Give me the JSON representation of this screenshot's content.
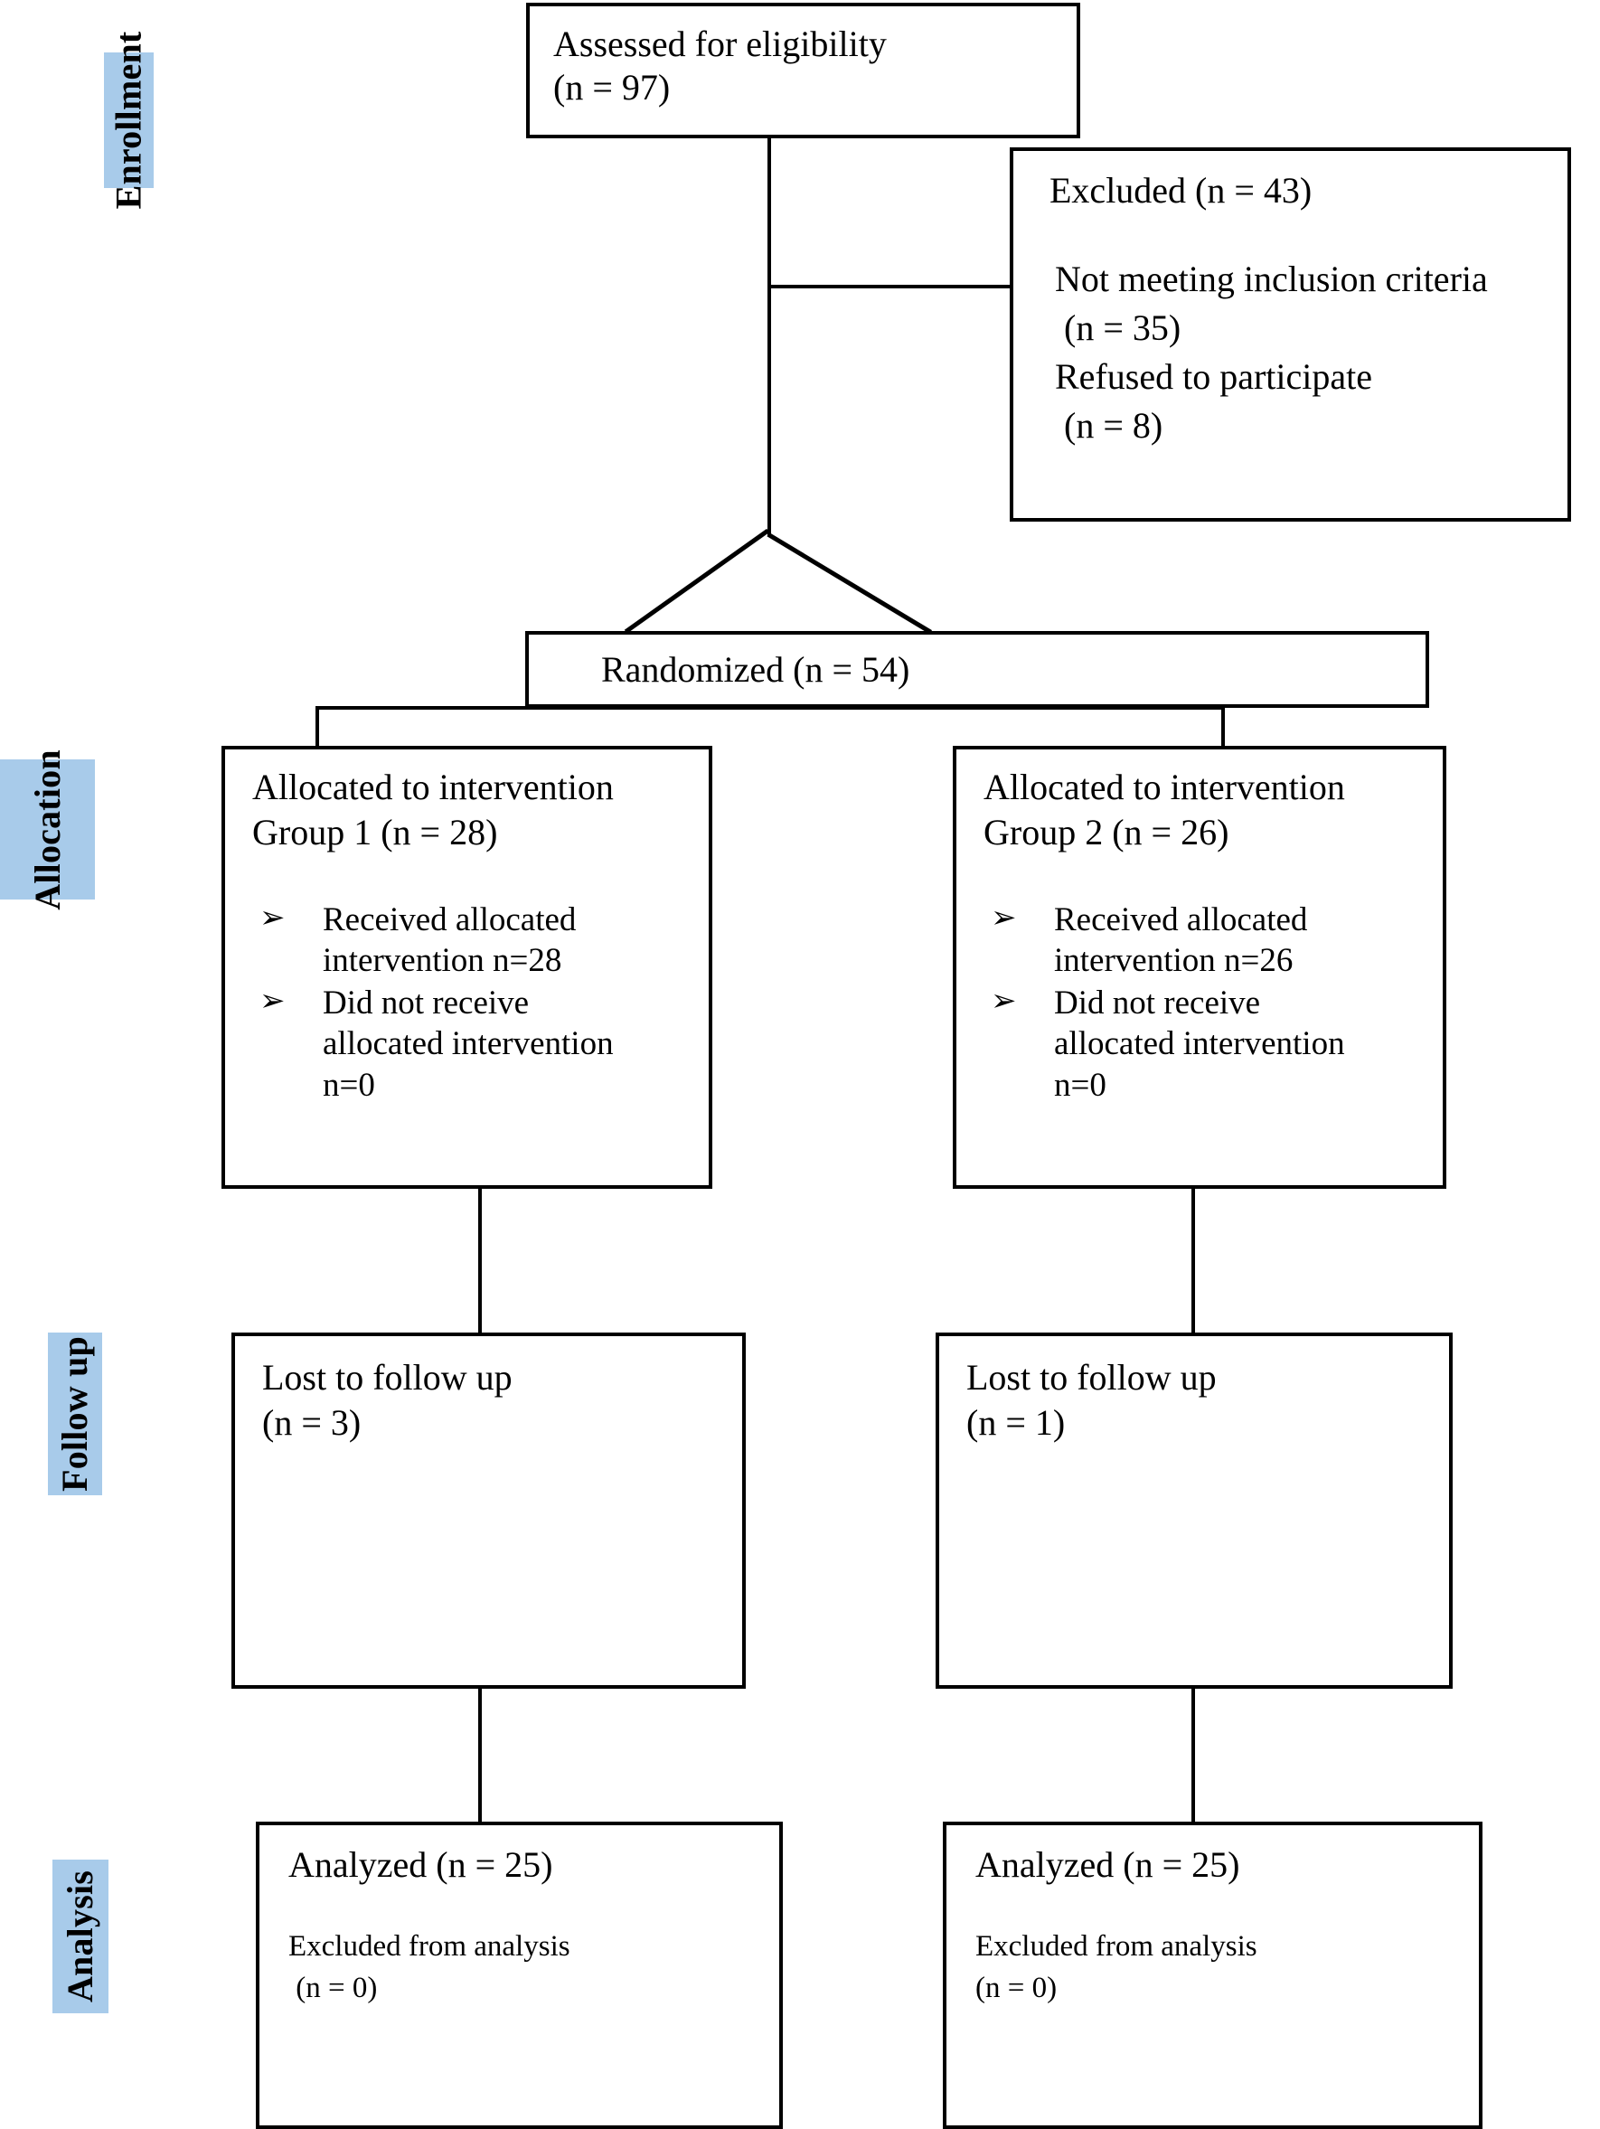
{
  "figure": {
    "type": "CONSORT participant flow diagram",
    "stages": [
      {
        "id": "enrollment",
        "label": "Enrollment"
      },
      {
        "id": "allocation",
        "label": "Allocation"
      },
      {
        "id": "followup",
        "label": "Follow up"
      },
      {
        "id": "analysis",
        "label": "Analysis"
      }
    ],
    "stage_bar_color": "#a8cbea",
    "line_color": "#000000",
    "bullet_glyph": "➢"
  },
  "boxes": {
    "assessed": {
      "line1": "Assessed for eligibility",
      "line2": "(n = 97)"
    },
    "excluded": {
      "heading": "Excluded (n = 43)",
      "reason1_line1": "Not meeting inclusion criteria",
      "reason1_line2": " (n = 35)",
      "reason2_line1": "Refused to participate",
      "reason2_line2": " (n = 8)"
    },
    "randomized": {
      "label": "Randomized (n = 54)"
    },
    "allocated_left": {
      "line1": "Allocated to intervention",
      "line2": "Group 1 (n = 28)",
      "bullets": [
        "Received allocated\nintervention n=28",
        "Did not receive\nallocated intervention\nn=0"
      ]
    },
    "allocated_right": {
      "line1": "Allocated to intervention",
      "line2": "Group 2 (n = 26)",
      "bullets": [
        "Received allocated\nintervention n=26",
        "Did not receive\nallocated intervention\nn=0"
      ]
    },
    "lost_left": {
      "line1": "Lost to follow up",
      "line2": "(n = 3)"
    },
    "lost_right": {
      "line1": "Lost to follow up",
      "line2": "(n = 1)"
    },
    "analyzed_left": {
      "heading": "Analyzed (n = 25)",
      "sub_line1": "Excluded from analysis",
      "sub_line2": " (n = 0)"
    },
    "analyzed_right": {
      "heading": "Analyzed (n = 25)",
      "sub_line1": "Excluded from analysis",
      "sub_line2": "(n = 0)"
    }
  },
  "chart_data": {
    "type": "diagram",
    "title": "CONSORT flow diagram",
    "nodes": [
      {
        "id": "assessed",
        "stage": "Enrollment",
        "label": "Assessed for eligibility (n = 97)",
        "n": 97
      },
      {
        "id": "excluded",
        "stage": "Enrollment",
        "label": "Excluded (n = 43)",
        "n": 43,
        "reasons": [
          {
            "label": "Not meeting inclusion criteria",
            "n": 35
          },
          {
            "label": "Refused to participate",
            "n": 8
          }
        ]
      },
      {
        "id": "randomized",
        "stage": "Enrollment",
        "label": "Randomized (n = 54)",
        "n": 54
      },
      {
        "id": "allocated_left",
        "stage": "Allocation",
        "label": "Allocated to intervention Group 1 (n = 28)",
        "n": 28,
        "details": [
          {
            "label": "Received allocated intervention",
            "n": 28
          },
          {
            "label": "Did not receive allocated intervention",
            "n": 0
          }
        ]
      },
      {
        "id": "allocated_right",
        "stage": "Allocation",
        "label": "Allocated to intervention Group 2 (n = 26)",
        "n": 26,
        "details": [
          {
            "label": "Received allocated intervention",
            "n": 26
          },
          {
            "label": "Did not receive allocated intervention",
            "n": 0
          }
        ]
      },
      {
        "id": "lost_left",
        "stage": "Follow up",
        "label": "Lost to follow up (n = 3)",
        "n": 3
      },
      {
        "id": "lost_right",
        "stage": "Follow up",
        "label": "Lost to follow up (n = 1)",
        "n": 1
      },
      {
        "id": "analyzed_left",
        "stage": "Analysis",
        "label": "Analyzed (n = 25)",
        "n": 25,
        "details": [
          {
            "label": "Excluded from analysis",
            "n": 0
          }
        ]
      },
      {
        "id": "analyzed_right",
        "stage": "Analysis",
        "label": "Analyzed (n = 25)",
        "n": 25,
        "details": [
          {
            "label": "Excluded from analysis",
            "n": 0
          }
        ]
      }
    ],
    "edges": [
      {
        "from": "assessed",
        "to": "excluded"
      },
      {
        "from": "assessed",
        "to": "randomized"
      },
      {
        "from": "randomized",
        "to": "allocated_left"
      },
      {
        "from": "randomized",
        "to": "allocated_right"
      },
      {
        "from": "allocated_left",
        "to": "lost_left"
      },
      {
        "from": "allocated_right",
        "to": "lost_right"
      },
      {
        "from": "lost_left",
        "to": "analyzed_left"
      },
      {
        "from": "lost_right",
        "to": "analyzed_right"
      }
    ]
  }
}
